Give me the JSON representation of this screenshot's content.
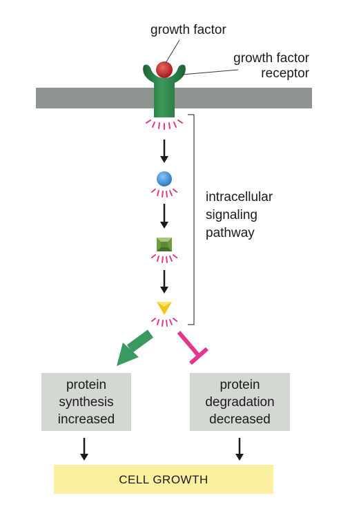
{
  "labels": {
    "growth_factor": "growth factor",
    "receptor": "growth factor\nreceptor",
    "pathway": "intracellular\nsignaling\npathway"
  },
  "outputs": {
    "synthesis": "protein\nsynthesis\nincreased",
    "degradation": "protein\ndegradation\ndecreased",
    "growth": "CELL GROWTH"
  },
  "colors": {
    "membrane": "#8e9490",
    "receptor": "#2e7d47",
    "growth_factor": "#c0282c",
    "activation_rays": "#e2378e",
    "blue_protein": "#3a8fd6",
    "green_protein": "#6f9a3e",
    "yellow_protein": "#f3c517",
    "stimulate_arrow": "#3a9960",
    "inhibit_arrow": "#e2378e",
    "output_box": "#d4d8d3",
    "growth_box": "#fbefa0"
  }
}
